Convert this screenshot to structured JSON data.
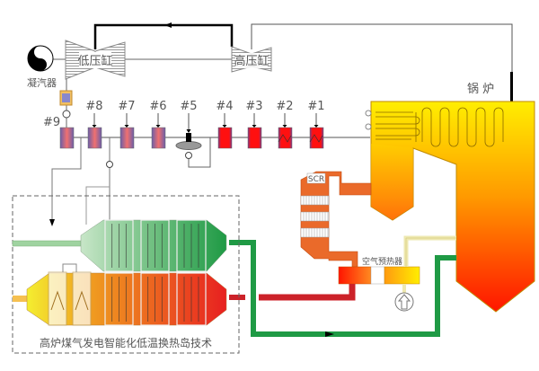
{
  "labels": {
    "lp_turbine": "低压缸",
    "hp_turbine": "高压缸",
    "condenser": "凝汽器",
    "boiler": "锅 炉",
    "scr": "SCR",
    "air_preheater": "空气预热器",
    "system_title": "高炉煤气发电智能化低温换热岛技术"
  },
  "heaters": [
    "#9",
    "#8",
    "#7",
    "#6",
    "#5",
    "#4",
    "#3",
    "#2",
    "#1"
  ],
  "colors": {
    "flue_gas_red": "#cc2229",
    "green_water": "#1f9a45",
    "light_green": "#9fd3a0",
    "scr_orange": "#ea6a2a",
    "boiler_top": "#ffee00",
    "boiler_bottom": "#ff1a00"
  }
}
